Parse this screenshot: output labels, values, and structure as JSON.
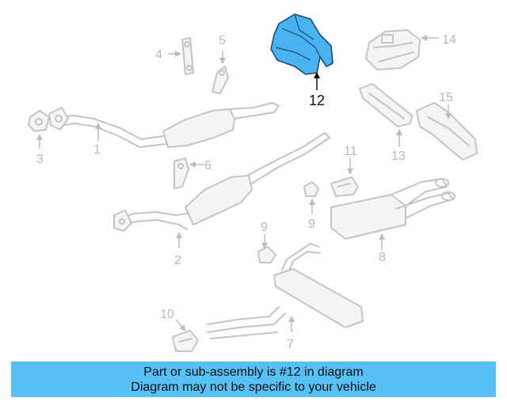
{
  "callouts": {
    "c1": "1",
    "c2": "2",
    "c3": "3",
    "c4": "4",
    "c5": "5",
    "c6": "6",
    "c7": "7",
    "c8": "8",
    "c9": "9",
    "c9b": "9",
    "c10": "10",
    "c11": "11",
    "c12": "12",
    "c13": "13",
    "c14": "14",
    "c15": "15"
  },
  "highlighted_part": "12",
  "banner": {
    "line1": "Part or sub-assembly is #12 in diagram",
    "line2": "Diagram may not be specific to your vehicle"
  },
  "colors": {
    "highlight": "#49b2f0",
    "banner": "#57c0f4",
    "linework": "#c4c4c4"
  }
}
